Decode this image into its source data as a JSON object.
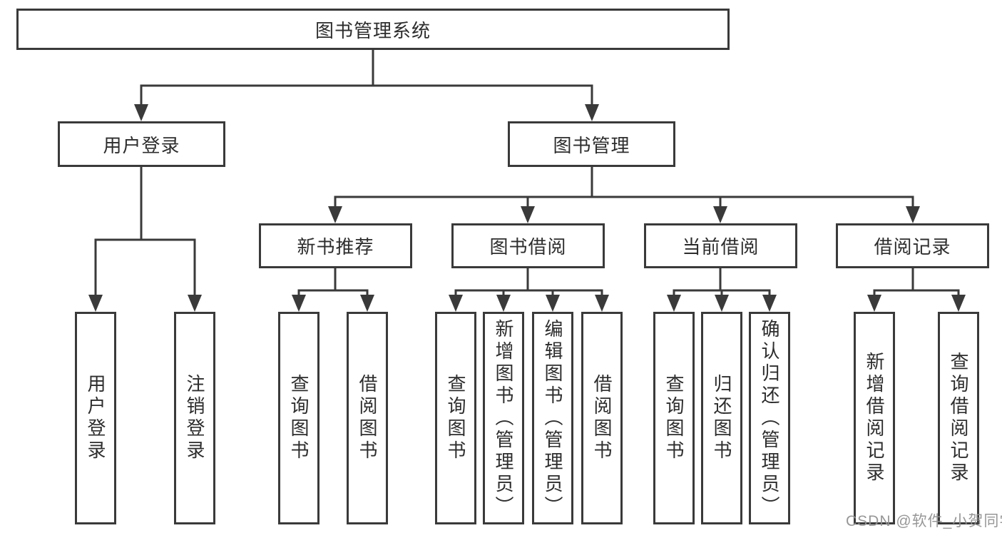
{
  "diagram_type": "hierarchy-tree",
  "tree": {
    "label": "图书管理系统",
    "children": [
      {
        "label": "用户登录",
        "children": [
          {
            "label": "用户登录"
          },
          {
            "label": "注销登录"
          }
        ]
      },
      {
        "label": "图书管理",
        "children": [
          {
            "label": "新书推荐",
            "children": [
              {
                "label": "查询图书"
              },
              {
                "label": "借阅图书"
              }
            ]
          },
          {
            "label": "图书借阅",
            "children": [
              {
                "label": "查询图书"
              },
              {
                "label": "新增图书（管理员）"
              },
              {
                "label": "编辑图书（管理员）"
              },
              {
                "label": "借阅图书"
              }
            ]
          },
          {
            "label": "当前借阅",
            "children": [
              {
                "label": "查询图书"
              },
              {
                "label": "归还图书"
              },
              {
                "label": "确认归还（管理员）"
              }
            ]
          },
          {
            "label": "借阅记录",
            "children": [
              {
                "label": "新增借阅记录"
              },
              {
                "label": "查询借阅记录"
              }
            ]
          }
        ]
      }
    ]
  },
  "watermark": {
    "text": "CSDN @软件_小贺同学"
  },
  "colors": {
    "background": "#ffffff",
    "line": "#3a3a3a",
    "box_border": "#3a3a3a",
    "text": "#2d2d2d",
    "watermark": "#919191"
  }
}
